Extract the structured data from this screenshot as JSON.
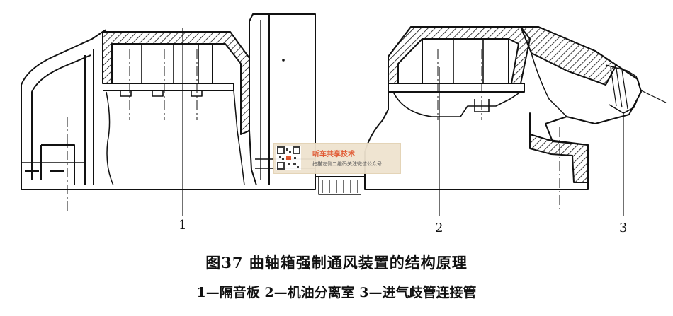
{
  "figure": {
    "title": "图37 曲轴箱强制通风装置的结构原理",
    "legend": "1—隔音板 2—机油分离室 3—进气歧管连接管"
  },
  "callouts": [
    {
      "id": "1",
      "text": "1"
    },
    {
      "id": "2",
      "text": "2"
    },
    {
      "id": "3",
      "text": "3"
    }
  ],
  "watermark": {
    "title": "听车共享技术",
    "subtitle": "扫描左侧二维码关注微信公众号"
  }
}
